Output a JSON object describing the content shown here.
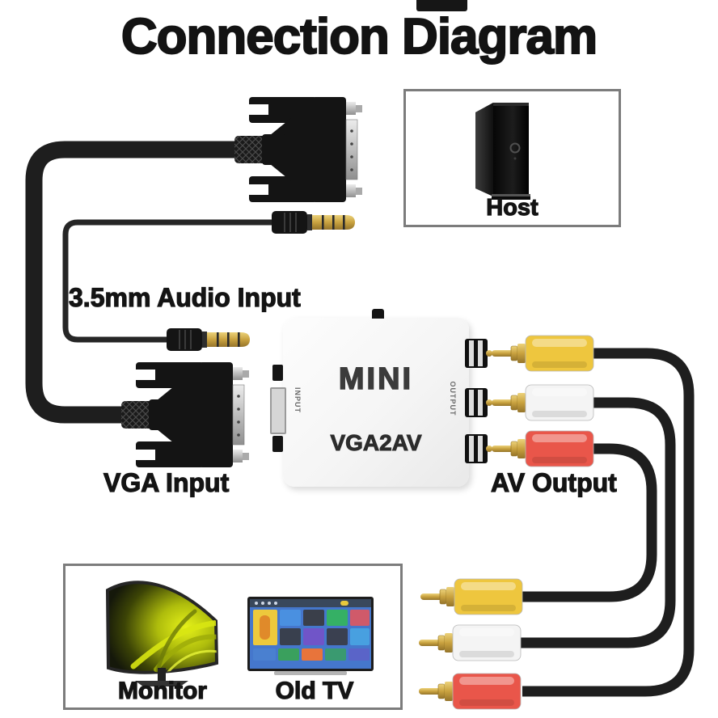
{
  "title": "Connection Diagram",
  "host": {
    "label": "Host"
  },
  "converter": {
    "brand": "MINI",
    "model": "VGA2AV",
    "input_port_label": "INPUT",
    "output_port_label": "OUTPUT"
  },
  "labels": {
    "audio_input": "3.5mm Audio Input",
    "vga_input": "VGA Input",
    "av_output": "AV Output"
  },
  "devices": {
    "monitor": "Monitor",
    "old_tv": "Old TV"
  },
  "colors": {
    "rca_yellow": "#eec63e",
    "rca_white": "#f4f4f4",
    "rca_red": "#e9564a",
    "cable": "#1e1e1e",
    "cable_thin": "#262626",
    "gold": "#c9a23f",
    "gold_dark": "#a37f28",
    "silver": "#c6c6c6",
    "accent_screen_blue": "#4577cc",
    "monitor_glow": "#c8d40a"
  }
}
